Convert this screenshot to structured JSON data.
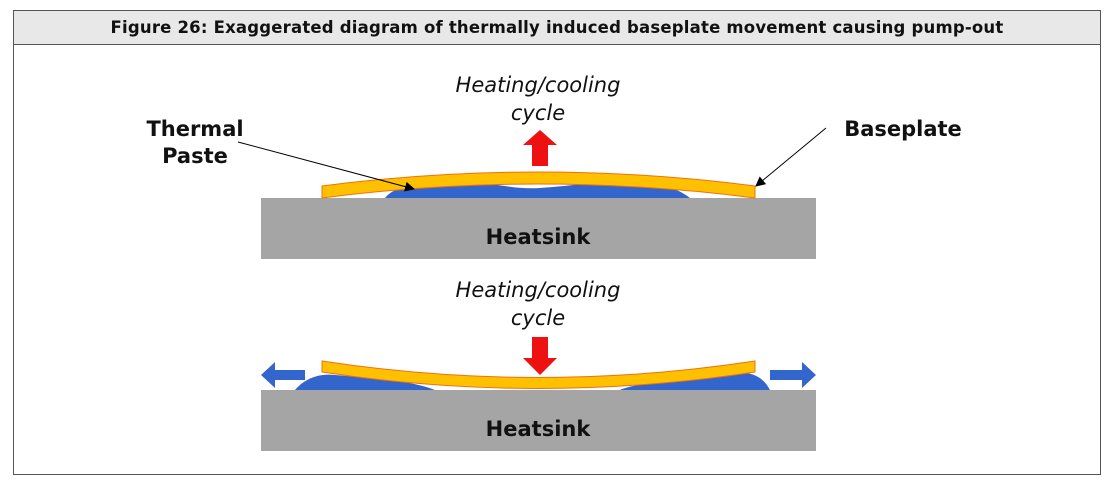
{
  "figure": {
    "title": "Figure 26: Exaggerated diagram of thermally induced baseplate movement causing pump-out"
  },
  "top_diagram": {
    "cycle_line1": "Heating/cooling",
    "cycle_line2": "cycle",
    "paste_label_line1": "Thermal",
    "paste_label_line2": "Paste",
    "baseplate_label": "Baseplate",
    "heatsink_label": "Heatsink"
  },
  "bottom_diagram": {
    "cycle_line1": "Heating/cooling",
    "cycle_line2": "cycle",
    "heatsink_label": "Heatsink"
  },
  "colors": {
    "baseplate": "#ffc000",
    "baseplate_edge": "#f07010",
    "paste": "#3366cc",
    "heatsink": "#a5a5a5",
    "arrow_red": "#ee1111",
    "arrow_blue": "#3366cc"
  }
}
